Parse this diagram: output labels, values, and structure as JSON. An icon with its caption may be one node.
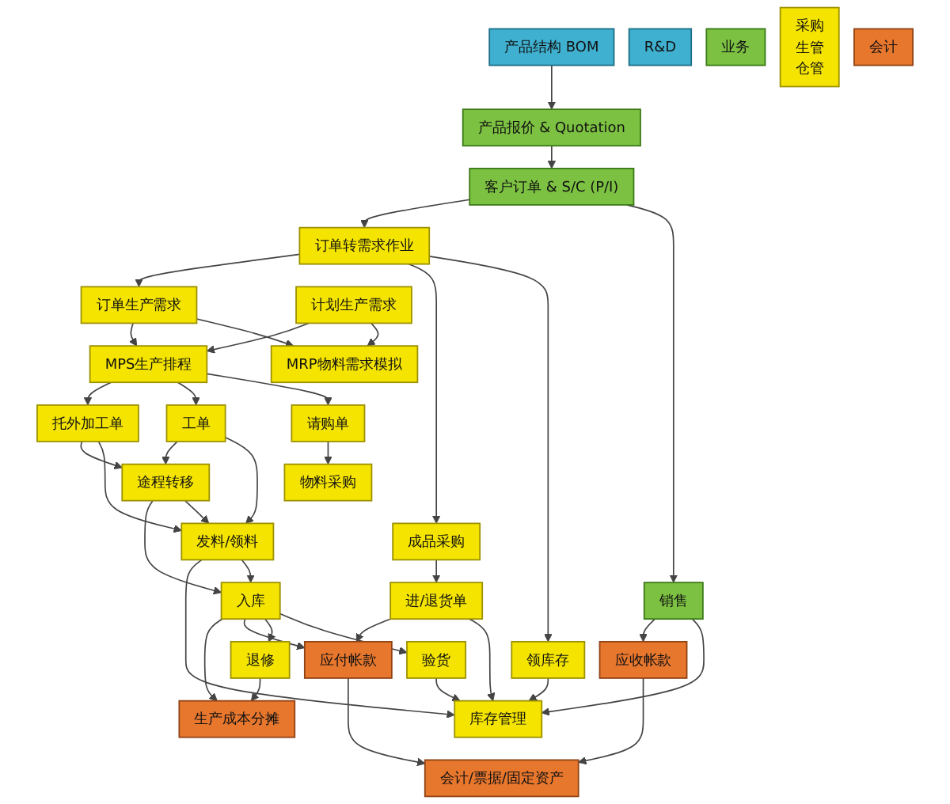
{
  "diagram": {
    "nodes": [
      {
        "text": [
          "R&D"
        ]
      },
      {
        "text": [
          "业务"
        ]
      },
      {
        "text": [
          "采购",
          "生管",
          "仓管"
        ]
      },
      {
        "text": [
          "会计"
        ]
      },
      {
        "text": [
          "产品结构 BOM"
        ]
      },
      {
        "text": [
          "产品报价 & Quotation"
        ]
      },
      {
        "text": [
          "销售"
        ]
      },
      {
        "text": [
          "客户订单 & S/C (P/I)"
        ]
      },
      {
        "text": [
          "订单转需求作业"
        ]
      },
      {
        "text": [
          "领库存"
        ]
      },
      {
        "text": [
          "成品采购"
        ]
      },
      {
        "text": [
          "订单生产需求"
        ]
      },
      {
        "text": [
          "计划生产需求"
        ]
      },
      {
        "text": [
          "进/退货单"
        ]
      },
      {
        "text": [
          "MRP物料需求模拟"
        ]
      },
      {
        "text": [
          "MPS生产排程"
        ]
      },
      {
        "text": [
          "库存管理"
        ]
      },
      {
        "text": [
          "请购单"
        ]
      },
      {
        "text": [
          "工单"
        ]
      },
      {
        "text": [
          "托外加工单"
        ]
      },
      {
        "text": [
          "物料采购"
        ]
      },
      {
        "text": [
          "发料/领料"
        ]
      },
      {
        "text": [
          "途程转移"
        ]
      },
      {
        "text": [
          "验货"
        ]
      },
      {
        "text": [
          "入库"
        ]
      },
      {
        "text": [
          "退修"
        ]
      },
      {
        "text": [
          "应付帐款"
        ]
      },
      {
        "text": [
          "应收帐款"
        ]
      },
      {
        "text": [
          "会计/票据/固定资产"
        ]
      },
      {
        "text": [
          "生产成本分摊"
        ]
      }
    ],
    "edges": [
      {
        "from": 4,
        "to": 5,
        "arrow": "to"
      },
      {
        "from": 5,
        "to": 7,
        "arrow": "to"
      },
      {
        "from": 7,
        "to": 6,
        "arrow": "to"
      },
      {
        "from": 7,
        "to": 8,
        "arrow": "to"
      },
      {
        "from": 8,
        "to": 9,
        "arrow": "to"
      },
      {
        "from": 8,
        "to": 10,
        "arrow": "to"
      },
      {
        "from": 8,
        "to": 11,
        "arrow": "to"
      },
      {
        "from": 6,
        "to": 16,
        "arrow": "to"
      },
      {
        "from": 6,
        "to": 27,
        "arrow": "to"
      },
      {
        "from": 9,
        "to": 16,
        "arrow": "to"
      },
      {
        "from": 10,
        "to": 13,
        "arrow": "to"
      },
      {
        "from": 13,
        "to": 16,
        "arrow": "to"
      },
      {
        "from": 13,
        "to": 26,
        "arrow": "to"
      },
      {
        "from": 11,
        "to": 14,
        "arrow": "to"
      },
      {
        "from": 11,
        "to": 15,
        "arrow": "to"
      },
      {
        "from": 12,
        "to": 14,
        "arrow": "to"
      },
      {
        "from": 12,
        "to": 15,
        "arrow": "to"
      },
      {
        "from": 15,
        "to": 17,
        "arrow": "to"
      },
      {
        "from": 15,
        "to": 18,
        "arrow": "to"
      },
      {
        "from": 15,
        "to": 19,
        "arrow": "to"
      },
      {
        "from": 17,
        "to": 20,
        "arrow": "to"
      },
      {
        "from": 18,
        "to": 21,
        "arrow": "to"
      },
      {
        "from": 18,
        "to": 22,
        "arrow": "to"
      },
      {
        "from": 19,
        "to": 21,
        "arrow": "to"
      },
      {
        "from": 19,
        "to": 22,
        "arrow": "to"
      },
      {
        "from": 22,
        "to": 21,
        "arrow": "to"
      },
      {
        "from": 21,
        "to": 24,
        "arrow": "to"
      },
      {
        "from": 21,
        "to": 16,
        "arrow": "to"
      },
      {
        "from": 22,
        "to": 24,
        "arrow": "to"
      },
      {
        "from": 24,
        "to": 23,
        "arrow": "to"
      },
      {
        "from": 24,
        "to": 25,
        "arrow": "to"
      },
      {
        "from": 23,
        "to": 16,
        "arrow": "to"
      },
      {
        "from": 24,
        "to": 26,
        "arrow": "to"
      },
      {
        "from": 24,
        "to": 29,
        "arrow": "to"
      },
      {
        "from": 25,
        "to": 29,
        "arrow": "to"
      },
      {
        "from": 26,
        "to": 28,
        "arrow": "to"
      },
      {
        "from": 27,
        "to": 28,
        "arrow": "to"
      }
    ]
  }
}
